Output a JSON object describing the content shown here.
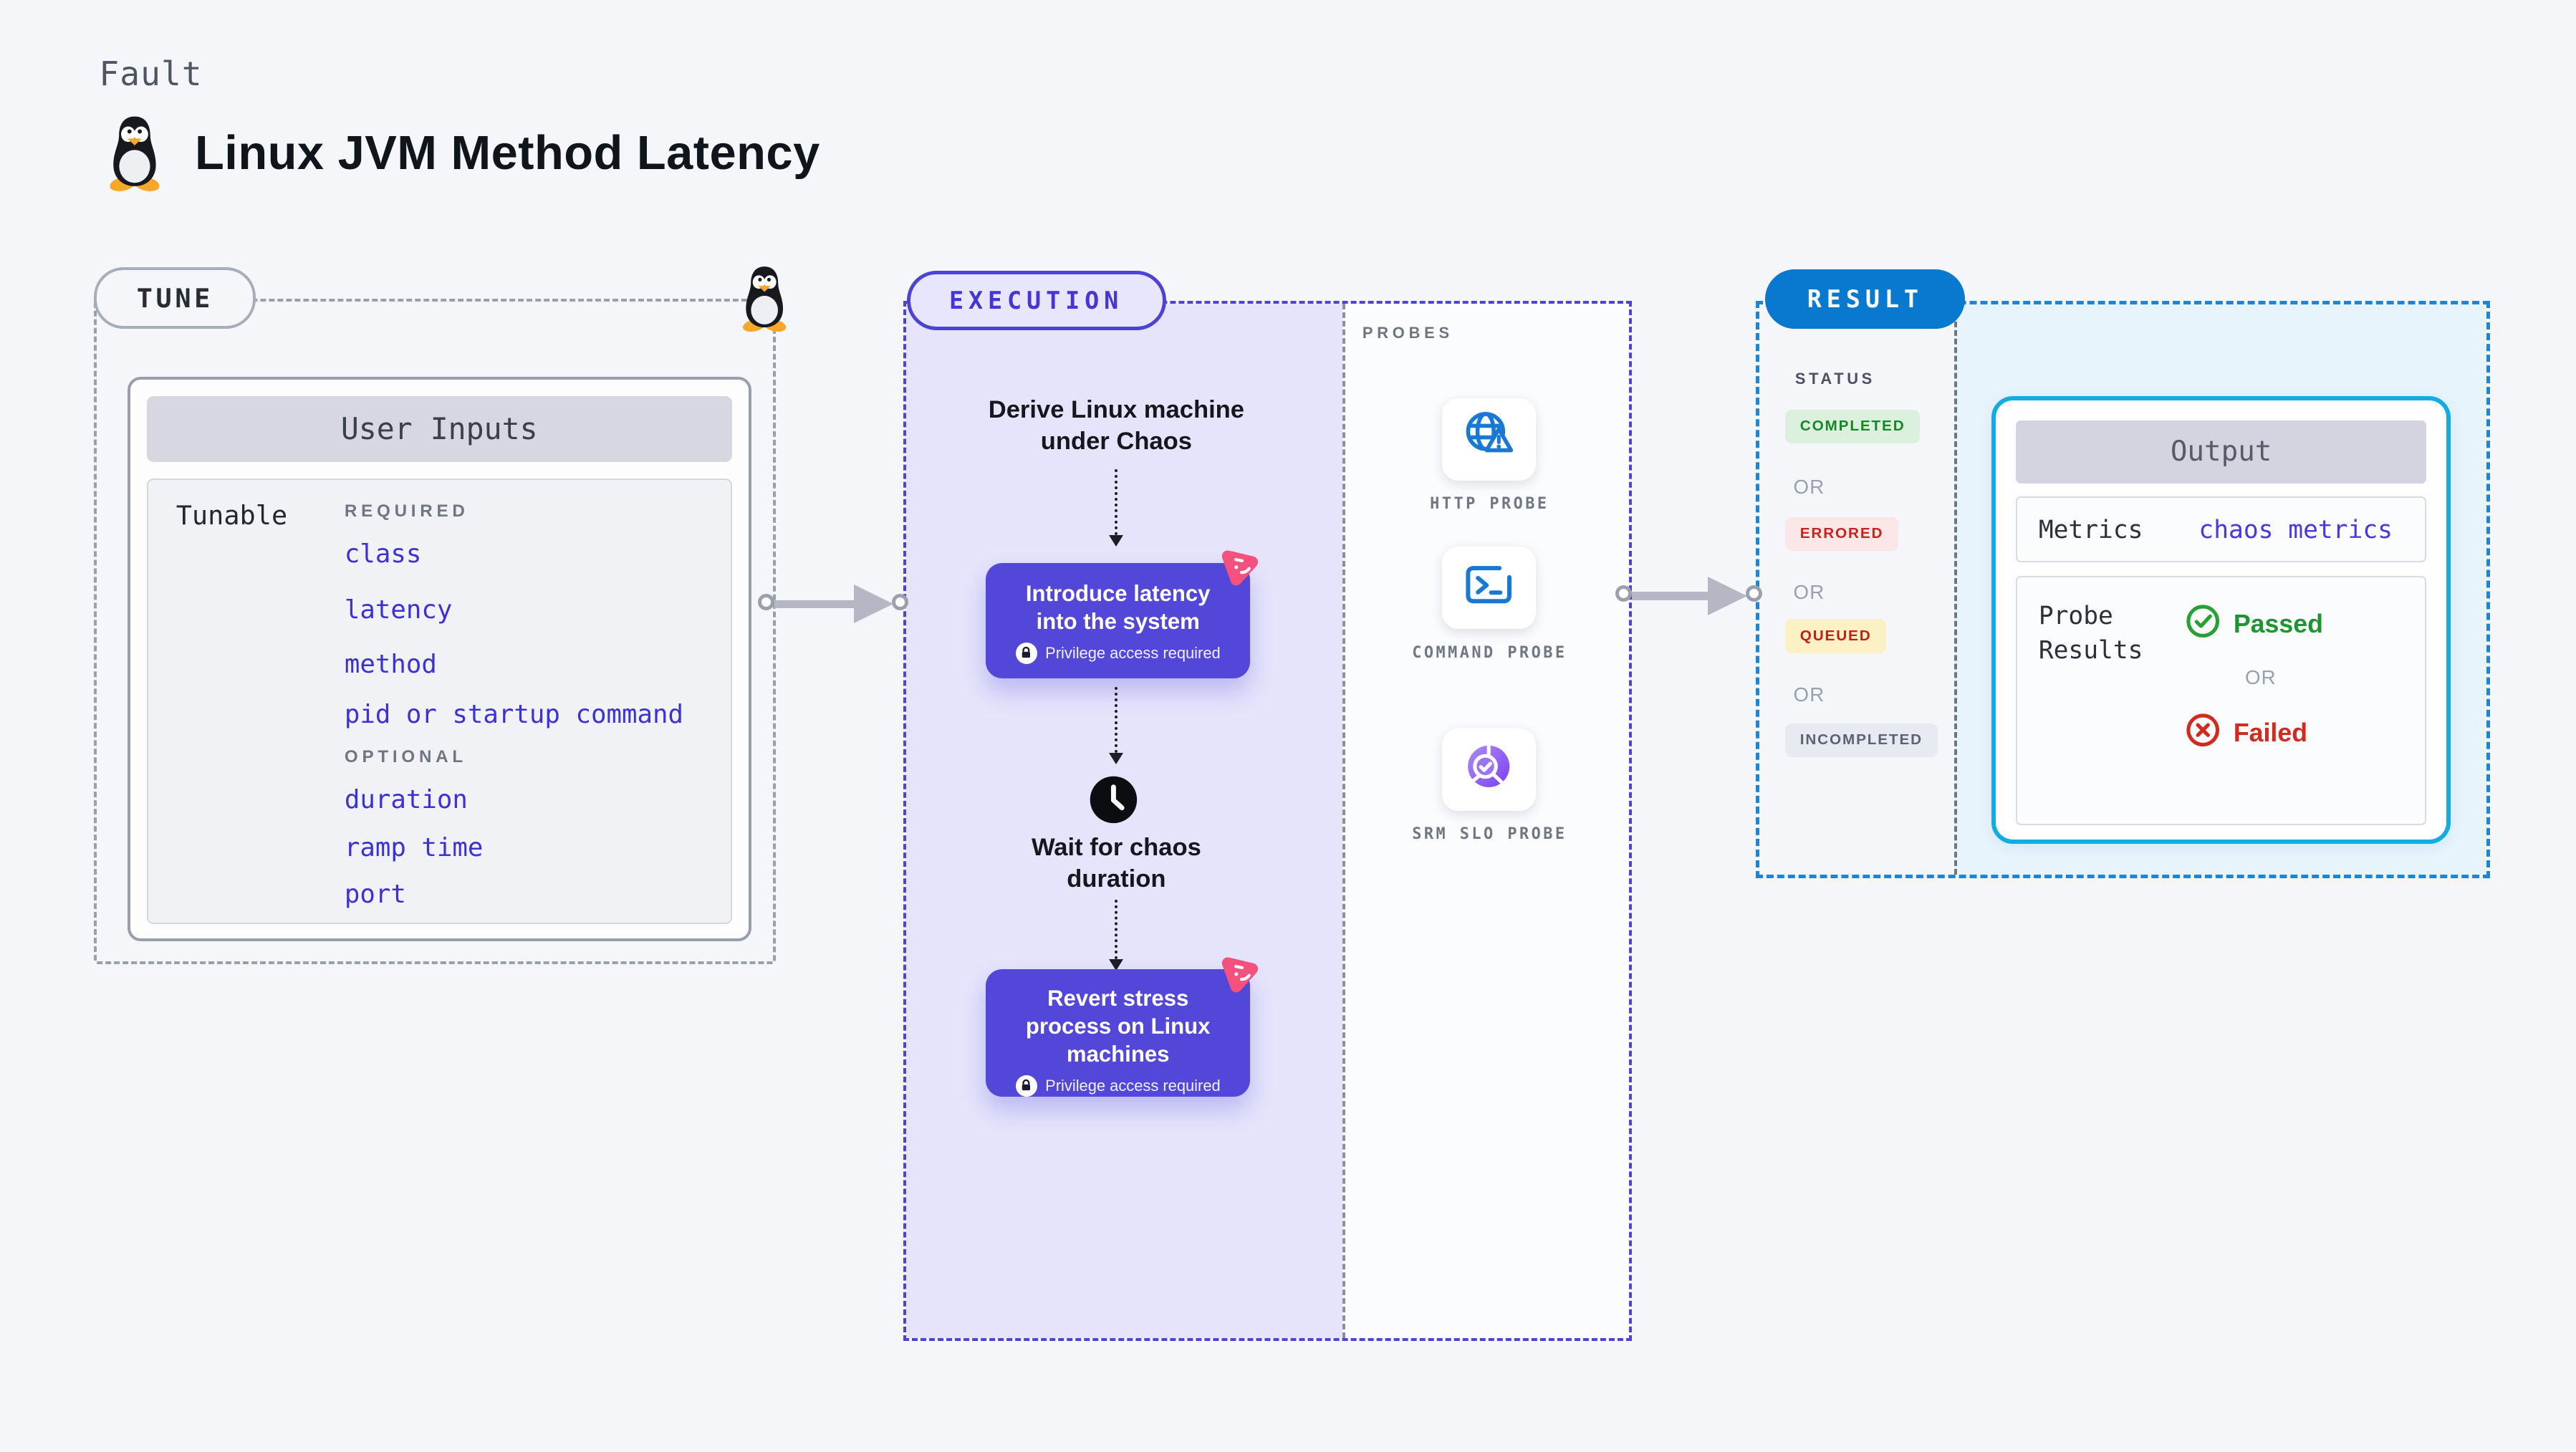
{
  "header": {
    "kicker": "Fault",
    "title": "Linux JVM Method Latency"
  },
  "tune": {
    "label": "TUNE",
    "table": {
      "header": "User Inputs",
      "row_label": "Tunable",
      "required_label": "REQUIRED",
      "required_items": [
        "class",
        "latency",
        "method",
        "pid or startup command"
      ],
      "optional_label": "OPTIONAL",
      "optional_items": [
        "duration",
        "ramp time",
        "port"
      ]
    }
  },
  "execution": {
    "label": "EXECUTION",
    "step1": "Derive Linux machine under Chaos",
    "box1": {
      "title": "Introduce latency into the system",
      "note": "Privilege access required"
    },
    "wait": "Wait for chaos duration",
    "box2": {
      "title": "Revert stress process on Linux machines",
      "note": "Privilege access required"
    }
  },
  "probes": {
    "label": "PROBES",
    "items": [
      {
        "name": "HTTP PROBE",
        "icon": "globe-alert-icon"
      },
      {
        "name": "COMMAND PROBE",
        "icon": "terminal-icon"
      },
      {
        "name": "SRM SLO PROBE",
        "icon": "slo-donut-check-icon"
      }
    ]
  },
  "result": {
    "label": "RESULT",
    "status": {
      "label": "STATUS",
      "separator": "OR",
      "badges": [
        {
          "text": "COMPLETED",
          "bg": "#dcf0de",
          "color": "#168827"
        },
        {
          "text": "ERRORED",
          "bg": "#fbe7e7",
          "color": "#ca231c"
        },
        {
          "text": "QUEUED",
          "bg": "#fcf0c5",
          "color": "#bf2019"
        },
        {
          "text": "INCOMPLETED",
          "bg": "#e8eaf1",
          "color": "#5a6274"
        }
      ]
    },
    "output": {
      "header": "Output",
      "metrics_label": "Metrics",
      "metrics_value": "chaos metrics",
      "probe_results_label": "Probe Results",
      "passed": "Passed",
      "or": "OR",
      "failed": "Failed"
    }
  },
  "colors": {
    "page_bg": "#f5f6f9",
    "tune_dash": "#9aa0ab",
    "execution_accent": "#4b44d5",
    "execution_bg": "#e5e4fb",
    "step_box": "#5347d9",
    "chaos_badge_pink": "#f4517e",
    "probe_icon_blue": "#1a78d5",
    "srm_purple": "#8b5cf6",
    "result_dash": "#1c85d9",
    "result_pill": "#0879cf",
    "result_bg": "#e8f4fc",
    "output_border": "#12abe2",
    "link_indigo": "#3b31d8",
    "passed_green": "#1f9530",
    "failed_red": "#d22a1f"
  }
}
